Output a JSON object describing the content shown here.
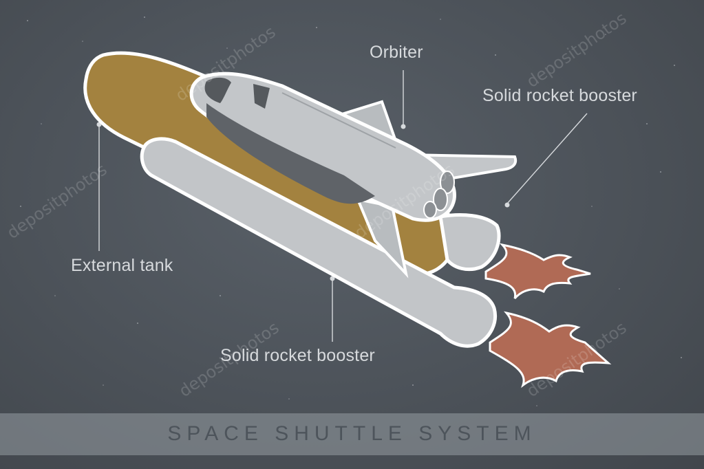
{
  "labels": {
    "orbiter": "Orbiter",
    "srb_top": "Solid rocket booster",
    "external_tank": "External tank",
    "srb_bottom": "Solid rocket booster"
  },
  "title": "SPACE SHUTTLE SYSTEM",
  "watermark": "depositphotos",
  "colors": {
    "background": "#4c5259",
    "external_tank": "#a3823f",
    "orbiter_body": "#c3c6c9",
    "booster": "#c2c5c8",
    "flame": "#b06a55",
    "outline": "#ffffff",
    "label_text": "#d7dadd"
  }
}
